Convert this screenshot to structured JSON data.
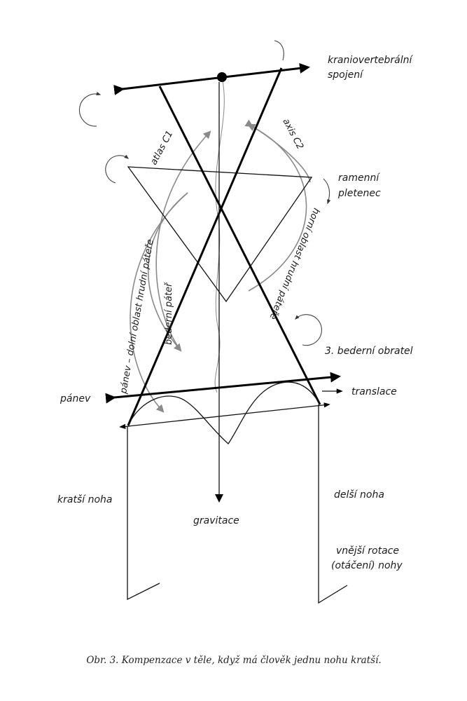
{
  "labels": {
    "kranio_1": "kraniovertebrální",
    "kranio_2": "spojení",
    "atlas": "atlas C1",
    "axis": "axis C2",
    "ramenni_1": "ramenní",
    "ramenni_2": "pletenec",
    "horni": "horní oblast hrudní páteře",
    "panev_dolni": "pánev – dolní oblast hrudní páteře",
    "bederni_patez": "bederní páteř",
    "bederni_obratel": "3. bederní obratel",
    "panev": "pánev",
    "translace": "translace",
    "kratsi": "kratší noha",
    "delsi": "delší noha",
    "gravitace": "gravitace",
    "vnejsi_1": "vnější rotace",
    "vnejsi_2": "(otáčení) nohy"
  },
  "caption": "Obr. 3. Kompenzace v těle, když má člověk jednu nohu kratší.",
  "colors": {
    "line": "#000000",
    "arc": "#8a8a8a"
  }
}
